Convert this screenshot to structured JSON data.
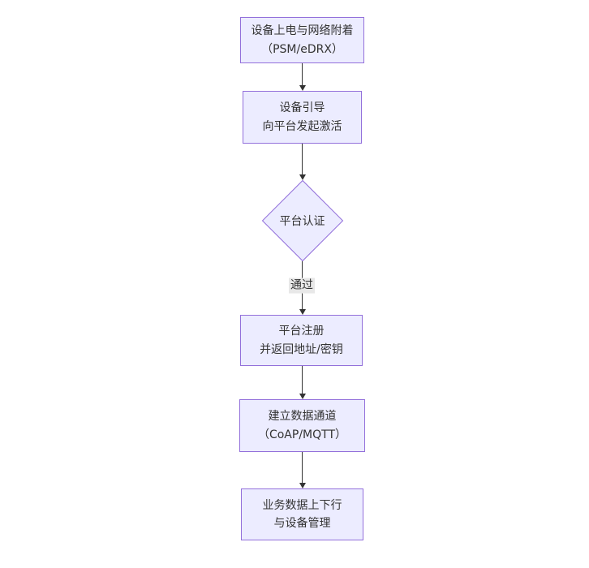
{
  "diagram": {
    "type": "flowchart",
    "direction": "top-down",
    "colors": {
      "node_fill": "#ECECFF",
      "node_border": "#9370DB",
      "node_text": "#333333",
      "edge_line": "#333333",
      "edge_label_bg": "#e8e8e8",
      "background": "#ffffff"
    },
    "nodes": [
      {
        "id": "A",
        "shape": "rect",
        "lines": [
          "设备上电与网络附着",
          "（PSM/eDRX）"
        ]
      },
      {
        "id": "B",
        "shape": "rect",
        "lines": [
          "设备引导",
          "向平台发起激活"
        ]
      },
      {
        "id": "C",
        "shape": "diamond",
        "lines": [
          "平台认证"
        ]
      },
      {
        "id": "D",
        "shape": "rect",
        "lines": [
          "平台注册",
          "并返回地址/密钥"
        ]
      },
      {
        "id": "E",
        "shape": "rect",
        "lines": [
          "建立数据通道",
          "（CoAP/MQTT）"
        ]
      },
      {
        "id": "F",
        "shape": "rect",
        "lines": [
          "业务数据上下行",
          "与设备管理"
        ]
      }
    ],
    "edges": [
      {
        "from": "A",
        "to": "B",
        "label": ""
      },
      {
        "from": "B",
        "to": "C",
        "label": ""
      },
      {
        "from": "C",
        "to": "D",
        "label": "通过"
      },
      {
        "from": "D",
        "to": "E",
        "label": ""
      },
      {
        "from": "E",
        "to": "F",
        "label": ""
      }
    ]
  }
}
